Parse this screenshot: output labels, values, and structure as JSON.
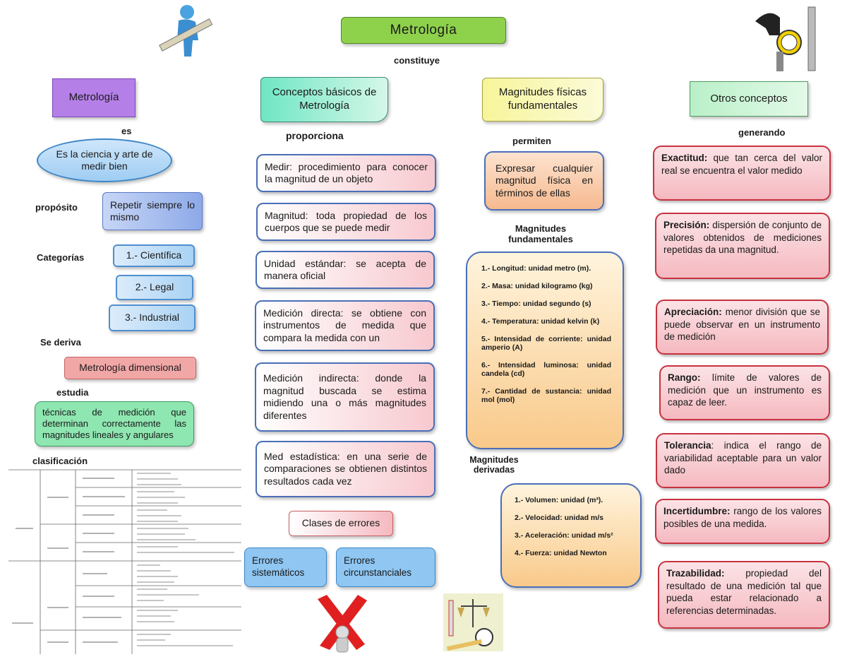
{
  "title": "Metrología",
  "connector_main": "constituye",
  "branches": {
    "metrologia": "Metrología",
    "conceptos": "Conceptos básicos de Metrología",
    "magnitudes": "Magnitudes físicas fundamentales",
    "otros": "Otros conceptos"
  },
  "left": {
    "es": "es",
    "definition": "Es la ciencia y arte de medir bien",
    "proposito_label": "propósito",
    "proposito": "Repetir siempre lo mismo",
    "categorias_label": "Categorías",
    "categorias": [
      "1.- Científica",
      "2.- Legal",
      "3.- Industrial"
    ],
    "deriva_label": "Se deriva",
    "deriva": "Metrología dimensional",
    "estudia_label": "estudia",
    "estudia": "técnicas de medición que determinan correctamente las magnitudes lineales y angulares",
    "clasificacion_label": "clasificación"
  },
  "center": {
    "proporciona": "proporciona",
    "items": [
      "Medir: procedimiento para conocer la magnitud de un objeto",
      "Magnitud: toda propiedad de los cuerpos que se puede medir",
      "Unidad estándar: se acepta de manera oficial",
      "Medición directa: se obtiene con instrumentos de medida que compara la medida con un",
      "Medición indirecta: donde la magnitud buscada se estima midiendo una o más magnitudes diferentes",
      "Med estadística: en una serie de comparaciones se obtienen distintos resultados cada vez"
    ],
    "errores": "Clases de errores",
    "err_sistematicos": "Errores sistemáticos",
    "err_circunstanciales": "Errores circunstanciales"
  },
  "magn": {
    "permiten": "permiten",
    "expresar": "Expresar cualquier magnitud física en términos de ellas",
    "fund_label": "Magnitudes fundamentales",
    "fund_list": [
      "1.- Longitud: unidad metro (m).",
      "2.- Masa: unidad kilogramo (kg)",
      "3.- Tiempo: unidad segundo (s)",
      "4.- Temperatura: unidad kelvin (k)",
      "5.- Intensidad de corriente: unidad amperio (A)",
      "6.- Intensidad luminosa: unidad candela (cd)",
      "7.- Cantidad de sustancia: unidad mol (mol)"
    ],
    "deriv_label": "Magnitudes derivadas",
    "deriv_list": [
      "1.- Volumen: unidad (m³).",
      "2.- Velocidad: unidad m/s",
      "3.- Aceleración: unidad m/s²",
      "4.- Fuerza: unidad Newton"
    ]
  },
  "otros": {
    "generando": "generando",
    "items": [
      {
        "term": "Exactitud:",
        "desc": " que tan cerca del valor real se encuentra el valor medido"
      },
      {
        "term": "Precisión:",
        "desc": " dispersión de conjunto de valores obtenidos de mediciones repetidas da una magnitud."
      },
      {
        "term": "Apreciación:",
        "desc": " menor división que se puede observar en un instrumento de medición"
      },
      {
        "term": "Rango:",
        "desc": " límite de valores de medición que un instrumento es capaz de leer."
      },
      {
        "term": "Tolerancia",
        "desc": ": indica el rango de variabilidad aceptable para un valor dado"
      },
      {
        "term": "Incertidumbre:",
        "desc": " rango de los valores posibles de una medida."
      },
      {
        "term": "Trazabilidad:",
        "desc": " propiedad del resultado de una medición tal que pueda estar relacionado a referencias determinadas."
      }
    ]
  },
  "colors": {
    "title_green": "#8ed14b",
    "purple": "#b57fe8",
    "teal": "#6fe6c4",
    "yellow": "#f7f59a",
    "mint": "#b9f0c8",
    "blue": "#8fc6f2",
    "salmon": "#f2a7a7",
    "pink_border": "#c8323f",
    "orange": "#f9c98a"
  }
}
